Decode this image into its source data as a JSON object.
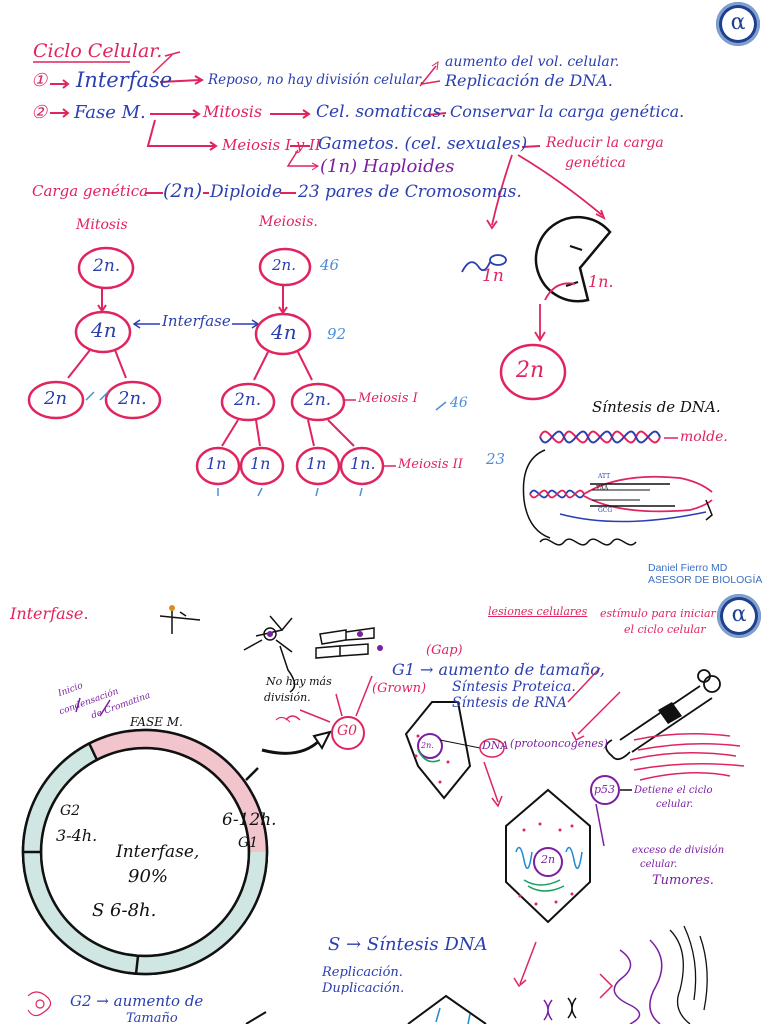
{
  "logo": {
    "symbol": "α"
  },
  "credit": {
    "name": "Daniel Fierro MD",
    "role": "ASESOR DE BIOLOGÍA"
  },
  "page1": {
    "title": "Ciclo Celular.",
    "row1": {
      "num": "①",
      "term": "Interfase",
      "desc": "Reposo, no hay división celular.",
      "b1": "aumento del vol. celular.",
      "b2": "Replicación de DNA."
    },
    "row2": {
      "num": "②",
      "term": "Fase M.",
      "mitosis": "Mitosis",
      "somatic": "Cel. somaticas.",
      "conserve": "Conservar la carga genética."
    },
    "row3": {
      "meiosis": "Meiosis I y II",
      "gametes": "Gametos. (cel. sexuales)",
      "reduce1": "Reducir la carga",
      "reduce2": "genética"
    },
    "row4": {
      "haploid": "(1n) Haploides"
    },
    "row5": {
      "carga": "Carga genética",
      "dn": "(2n)",
      "diploid": "Diploide",
      "pairs": "23 pares de Cromosomas."
    },
    "mitosis_tree": {
      "label": "Mitosis",
      "top": "2n.",
      "mid": "4n",
      "left": "2n",
      "right": "2n."
    },
    "meiosis_tree": {
      "label": "Meiosis.",
      "top": "2n.",
      "n46": "46",
      "mid": "4n",
      "n92": "92",
      "l2": [
        "2n.",
        "2n."
      ],
      "l3": [
        "1n",
        "1n",
        "1n",
        "1n."
      ],
      "meiosis1": "Meiosis I",
      "n46b": "46",
      "meiosis2": "Meiosis II",
      "n23": "23"
    },
    "interfase_label": "Interfase",
    "fertilization": {
      "sperm": "1n",
      "egg": "1n.",
      "zygote": "2n"
    },
    "dna": {
      "title": "Síntesis de DNA.",
      "molde": "molde.",
      "seq1": "ATT",
      "seq2": "TAA",
      "seq3": "GCG"
    }
  },
  "page2": {
    "title": "Interfase.",
    "start_note1": "Inicio",
    "start_note2": "condensación",
    "start_note3": "de Cromatina",
    "fase_m": "FASE M.",
    "g2": "G2",
    "g2_time": "3-4h.",
    "center1": "Interfase,",
    "center2": "90%",
    "s_time": "S 6-8h.",
    "g1_time": "6-12h.",
    "g1": "G1",
    "no_div1": "No hay más",
    "no_div2": "división.",
    "g0": "G0",
    "gap": "(Gap)",
    "g1_def": "G1 → aumento de tamaño,",
    "grown": "(Grown)",
    "g1_def2": "Síntesis Proteica.",
    "g1_def3": "Síntesis de RNA",
    "lesions": "lesiones celulares",
    "stimulus1": "estímulo para iniciar",
    "stimulus2": "el ciclo celular",
    "dna": "DNA",
    "proto": "(protooncogenes)",
    "p53": "p53",
    "p53_note1": "Detiene el ciclo",
    "p53_note2": "celular.",
    "excess1": "exceso de división",
    "excess2": "celular.",
    "tumors": "Tumores.",
    "cell_2n_a": "2n.",
    "cell_2n_b": "2n",
    "s_phase": "S → Síntesis DNA",
    "replication": "Replicación.",
    "duplication": "Duplicación.",
    "g2_def": "G2 → aumento de",
    "g2_def2": "Tamaño"
  }
}
